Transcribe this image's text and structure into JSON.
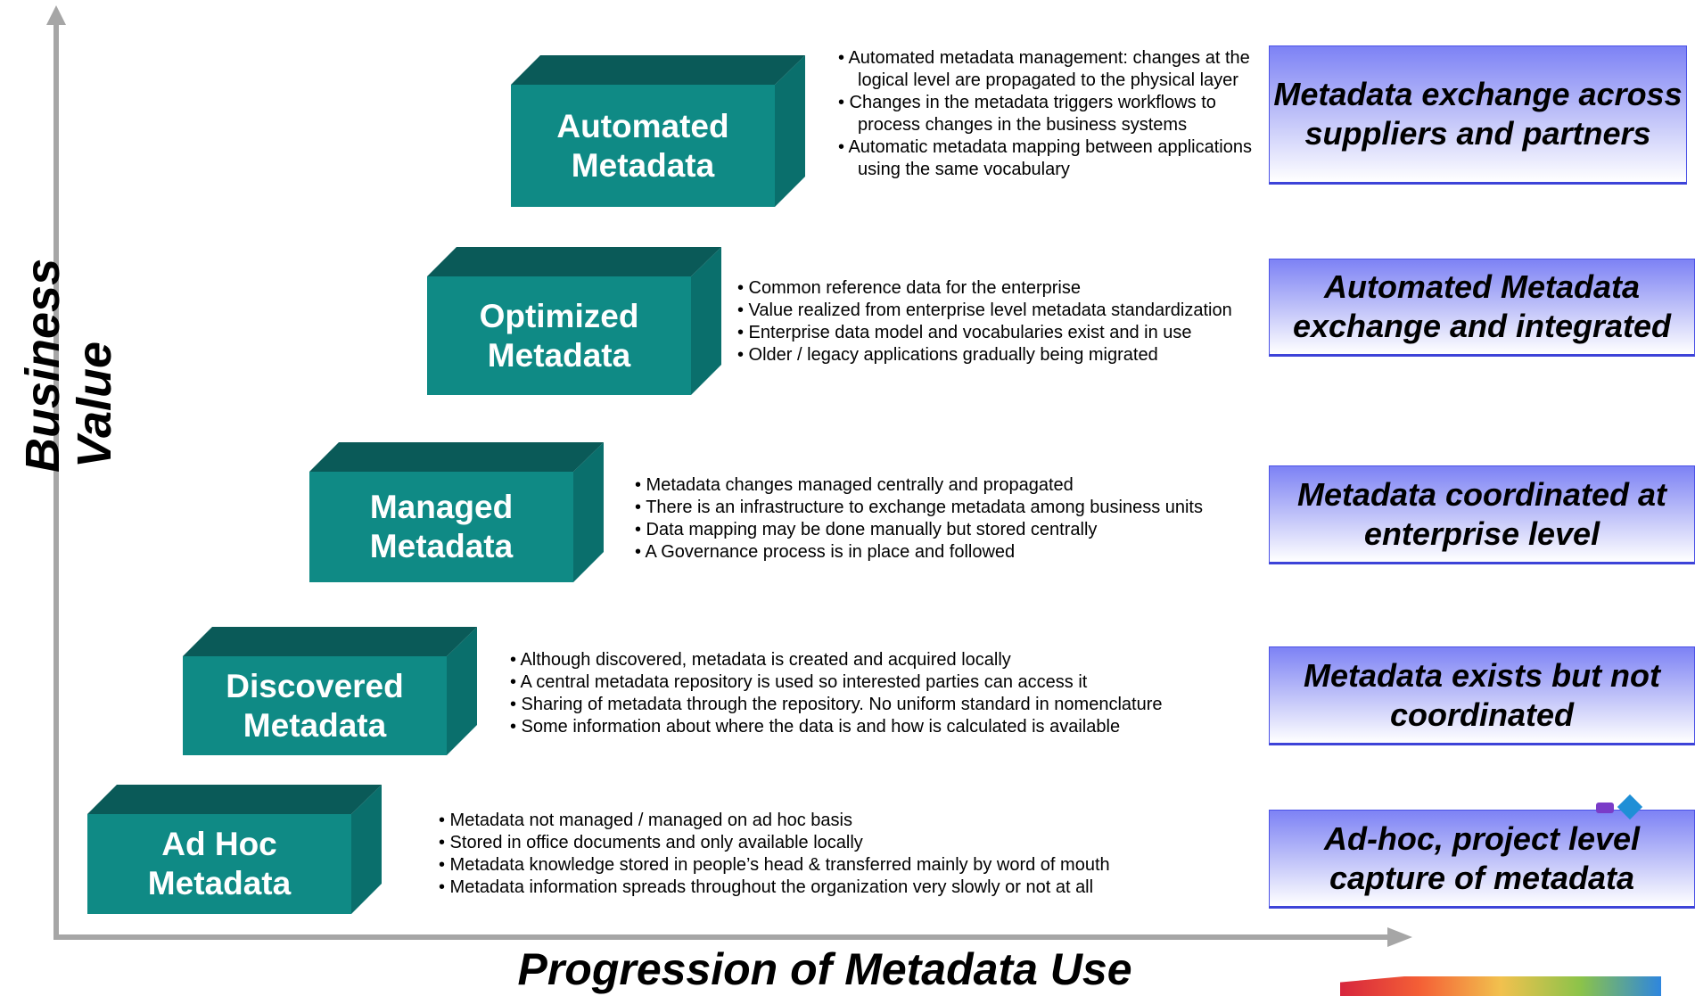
{
  "diagram": {
    "y_axis_label_line1": "Business",
    "y_axis_label_line2": "Value",
    "x_axis_label": "Progression of Metadata Use",
    "levels": [
      {
        "title_line1": "Automated",
        "title_line2": "Metadata",
        "bullets": [
          "• Automated metadata management: changes at the logical level are propagated to the physical layer",
          "• Changes in the metadata triggers workflows to process changes in the business systems",
          "• Automatic metadata mapping between applications using the same vocabulary"
        ],
        "callout": "Metadata exchange across suppliers and partners"
      },
      {
        "title_line1": "Optimized",
        "title_line2": "Metadata",
        "bullets": [
          "• Common reference data for the enterprise",
          "• Value realized from enterprise level  metadata standardization",
          "• Enterprise data model and vocabularies exist and in use",
          "• Older / legacy applications gradually being migrated"
        ],
        "callout": "Automated Metadata exchange and integrated"
      },
      {
        "title_line1": "Managed",
        "title_line2": "Metadata",
        "bullets": [
          "• Metadata changes managed centrally and propagated",
          "• There is an infrastructure to exchange metadata among business units",
          "• Data mapping may be done manually but stored centrally",
          "• A Governance process is in place and followed"
        ],
        "callout": "Metadata coordinated at enterprise level"
      },
      {
        "title_line1": "Discovered",
        "title_line2": "Metadata",
        "bullets": [
          "• Although discovered, metadata is created and acquired locally",
          "• A central metadata repository is used so interested parties can access it",
          "• Sharing of metadata through the repository. No uniform standard in nomenclature",
          "• Some information about where the data is and how is calculated is available"
        ],
        "callout": "Metadata exists but not coordinated"
      },
      {
        "title_line1": "Ad Hoc",
        "title_line2": "Metadata",
        "bullets": [
          "• Metadata not managed / managed on ad hoc basis",
          "• Stored in office documents and only available locally",
          "• Metadata knowledge stored in people’s head & transferred mainly by word of mouth",
          "• Metadata information spreads throughout the organization very slowly or not at all"
        ],
        "callout": "Ad-hoc, project level capture of metadata"
      }
    ]
  },
  "colors": {
    "block_front": "#0f8a85",
    "block_top": "#0a5a58",
    "block_side": "#0a6f6c",
    "callout_border": "#4b52e6",
    "axis": "#a6a6a6"
  },
  "icons": [
    "axis-arrow-icon",
    "decorative-cube-icon"
  ]
}
